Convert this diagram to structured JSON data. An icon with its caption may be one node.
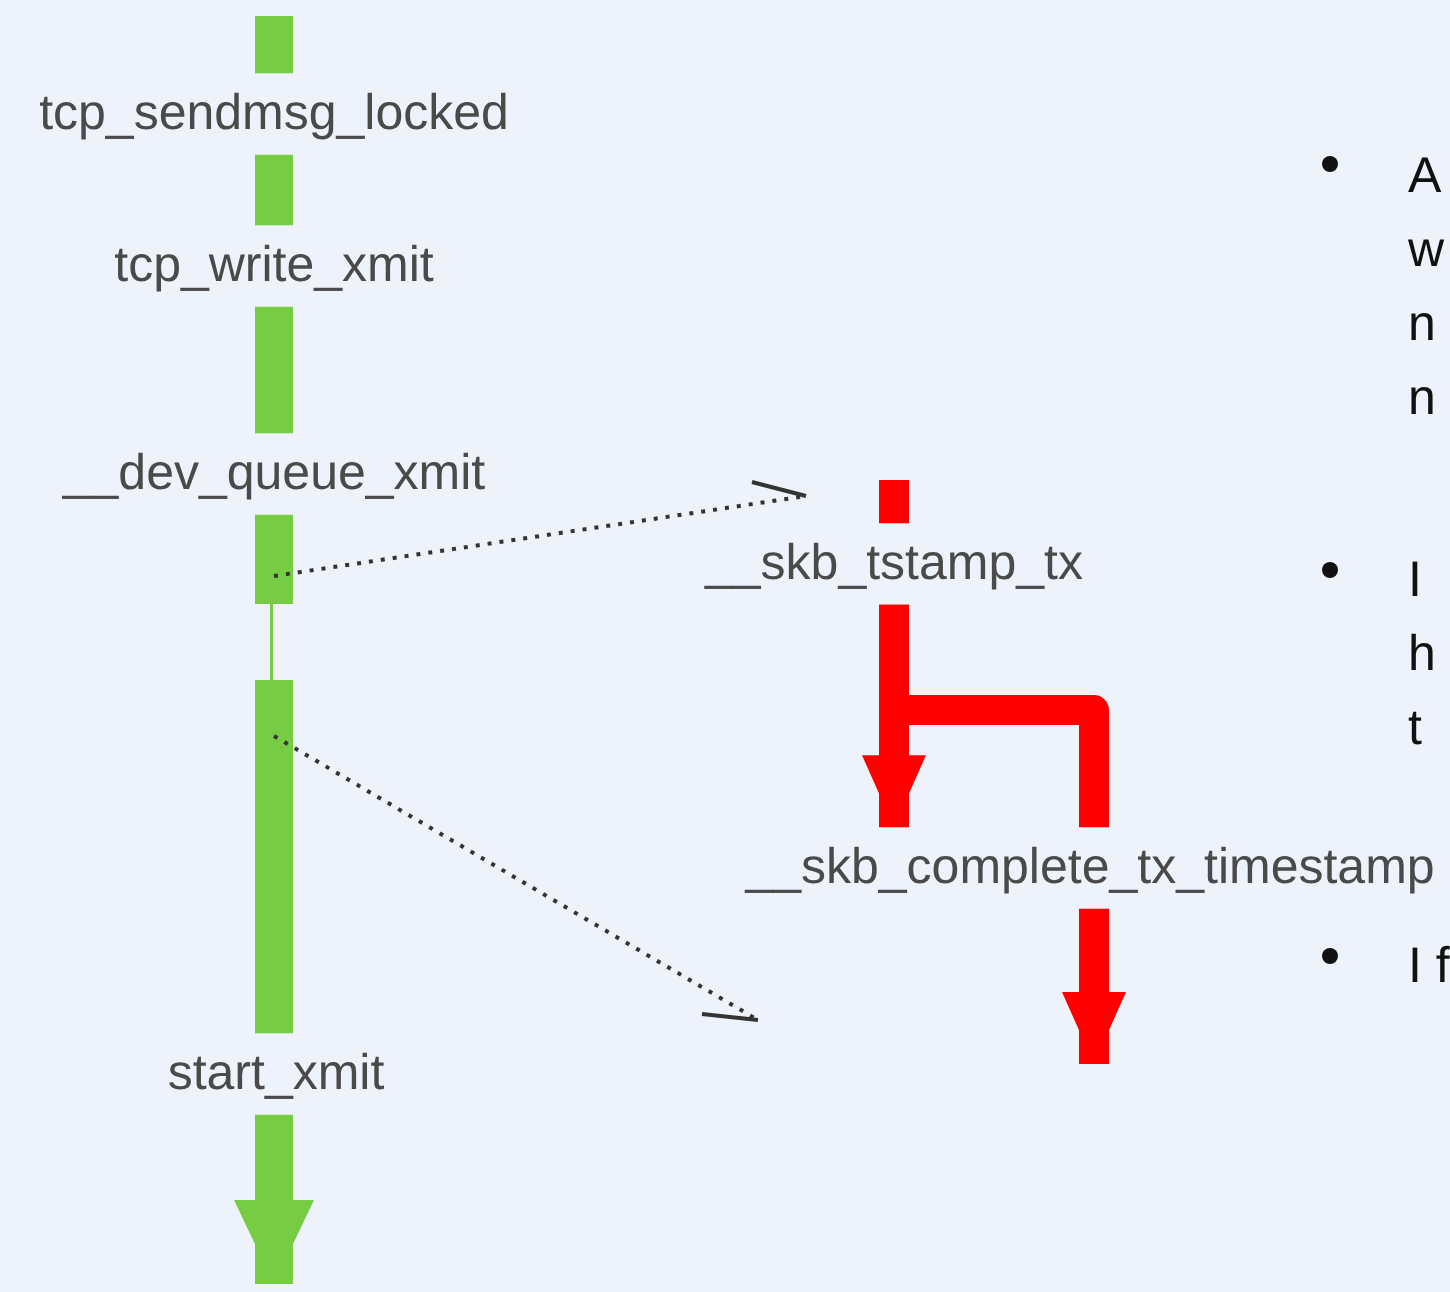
{
  "diagram": {
    "nodes": [
      {
        "text": [
          "tcp_sendmsg_locked"
        ]
      },
      {
        "text": [
          "tcp_write_xmit"
        ]
      },
      {
        "text": [
          "__dev_queue_xmit"
        ]
      },
      {
        "text": [
          "start_xmit"
        ]
      },
      {
        "text": [
          "__skb_tstamp_tx"
        ]
      },
      {
        "text": [
          "__skb_complete_tx_timestamp"
        ]
      }
    ],
    "edges": [
      {
        "from": null,
        "to": 0,
        "arrow": "none"
      },
      {
        "from": 0,
        "to": 1,
        "arrow": "none"
      },
      {
        "from": 1,
        "to": 2,
        "arrow": "none"
      },
      {
        "from": 2,
        "to": 3,
        "arrow": "none"
      },
      {
        "from": 3,
        "to": null,
        "arrow": "to"
      },
      {
        "from": null,
        "to": 4,
        "arrow": "none",
        "color": "#ff0000"
      },
      {
        "from": 4,
        "to": 5,
        "arrow": "to",
        "color": "#ff0000"
      },
      {
        "from": 4,
        "to": 5,
        "arrow": "none",
        "color": "#ff0000"
      },
      {
        "from": 5,
        "to": null,
        "arrow": "to",
        "color": "#ff0000"
      }
    ],
    "labels": [
      "A w n n",
      "I h t",
      "I f"
    ]
  }
}
